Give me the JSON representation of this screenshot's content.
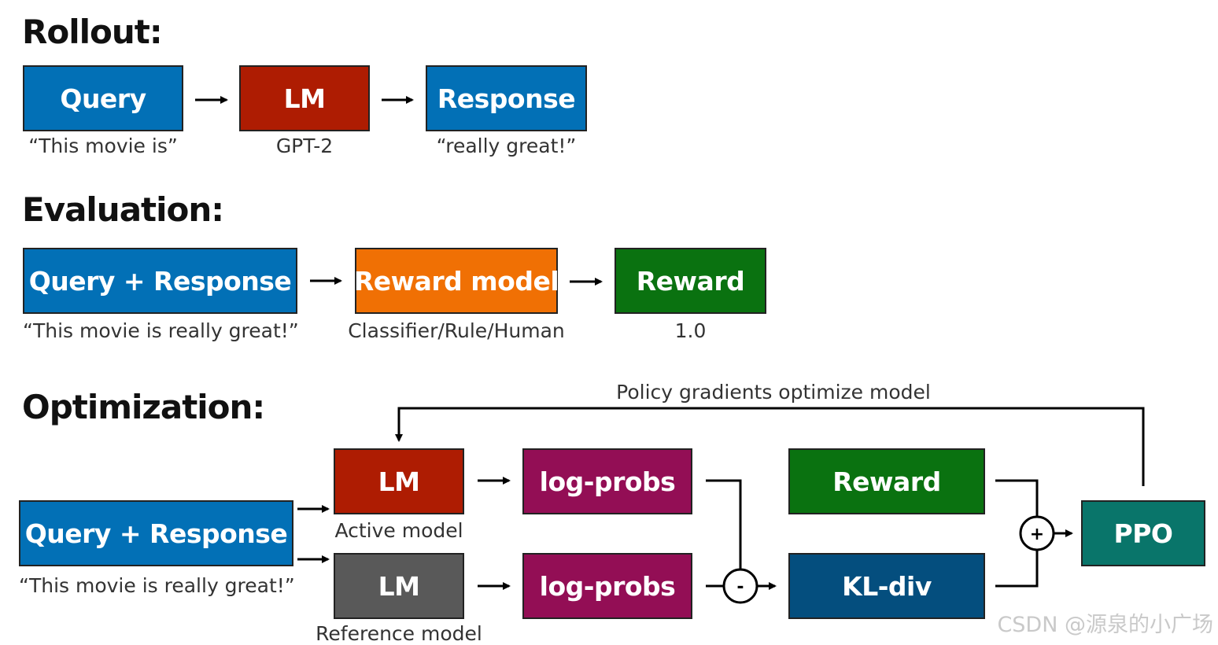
{
  "colors": {
    "query": "#0270B6",
    "lm": "#AE1C02",
    "reward_model": "#F07004",
    "reward": "#0A7210",
    "logprobs": "#930E55",
    "reference_lm": "#595959",
    "kl_div": "#044E7E",
    "ppo": "#09756A"
  },
  "rollout": {
    "heading": "Rollout:",
    "query_label": "Query",
    "query_caption": "“This movie is”",
    "lm_label": "LM",
    "lm_caption": "GPT-2",
    "response_label": "Response",
    "response_caption": "“really great!”"
  },
  "evaluation": {
    "heading": "Evaluation:",
    "qr_label": "Query + Response",
    "qr_caption": "“This movie is really great!”",
    "rm_label": "Reward model",
    "rm_caption": "Classifier/Rule/Human",
    "reward_label": "Reward",
    "reward_caption": "1.0"
  },
  "optimization": {
    "heading": "Optimization:",
    "feedback_label": "Policy gradients optimize model",
    "qr_label": "Query + Response",
    "qr_caption": "“This movie is really great!”",
    "active_lm_label": "LM",
    "active_lm_caption": "Active model",
    "ref_lm_label": "LM",
    "ref_lm_caption": "Reference model",
    "logprobs_active_label": "log-probs",
    "logprobs_ref_label": "log-probs",
    "minus_symbol": "-",
    "plus_symbol": "+",
    "reward_label": "Reward",
    "kl_label": "KL-div",
    "ppo_label": "PPO"
  },
  "watermark": "CSDN @源泉的小广场"
}
